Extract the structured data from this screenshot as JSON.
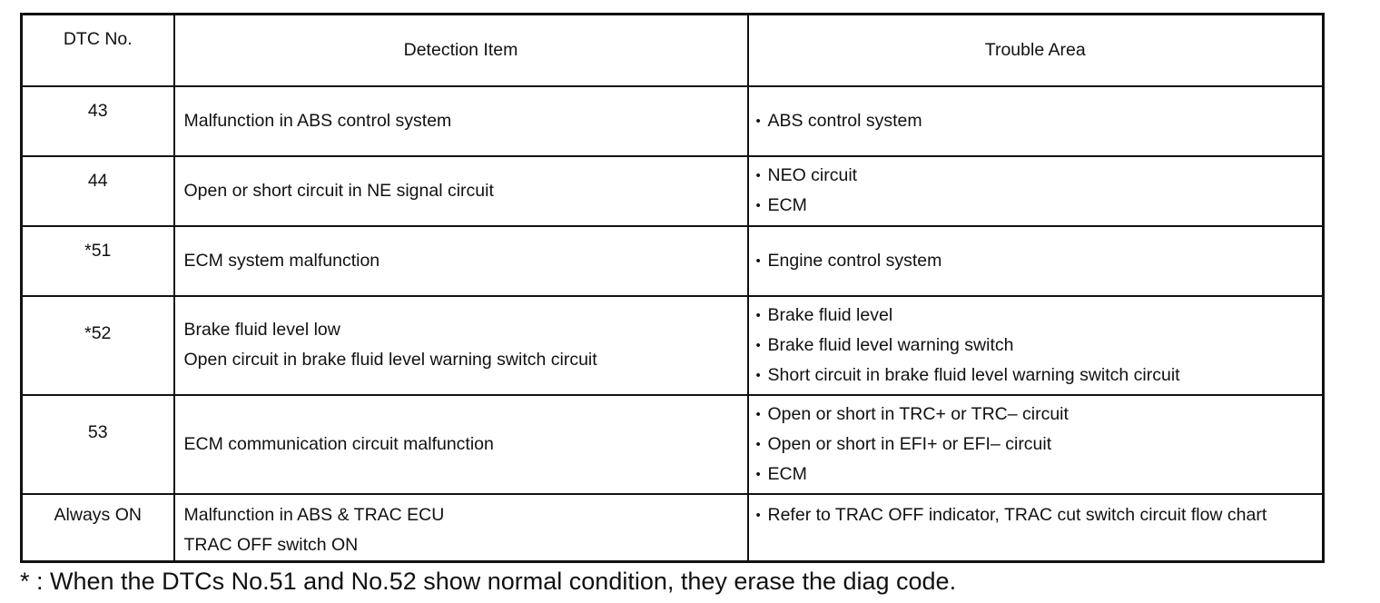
{
  "table": {
    "headers": {
      "dtc": "DTC No.",
      "detection": "Detection Item",
      "trouble": "Trouble Area"
    },
    "bullet": "•",
    "rows": [
      {
        "dtc": "43",
        "detection": [
          "Malfunction in ABS control system"
        ],
        "trouble": [
          "ABS control system"
        ]
      },
      {
        "dtc": "44",
        "detection": [
          "Open or short circuit in NE signal circuit"
        ],
        "trouble": [
          "NEO circuit",
          "ECM"
        ]
      },
      {
        "dtc": "*51",
        "detection": [
          "ECM system malfunction"
        ],
        "trouble": [
          "Engine control system"
        ]
      },
      {
        "dtc": "*52",
        "detection": [
          "Brake fluid level low",
          "Open circuit in brake fluid level warning switch circuit"
        ],
        "trouble": [
          "Brake fluid level",
          "Brake fluid level warning switch",
          "Short circuit in brake fluid level warning switch circuit"
        ]
      },
      {
        "dtc": "53",
        "detection": [
          "ECM communication circuit malfunction"
        ],
        "trouble": [
          "Open or short in TRC+ or TRC– circuit",
          "Open or short in EFI+ or EFI– circuit",
          "ECM"
        ]
      },
      {
        "dtc": "Always ON",
        "detection": [
          "Malfunction in ABS & TRAC ECU",
          "TRAC OFF switch ON"
        ],
        "trouble": [
          "Refer to TRAC OFF indicator, TRAC cut switch circuit flow chart"
        ]
      }
    ]
  },
  "footnote": "* : When the DTCs No.51 and No.52 show normal condition, they erase the diag code."
}
